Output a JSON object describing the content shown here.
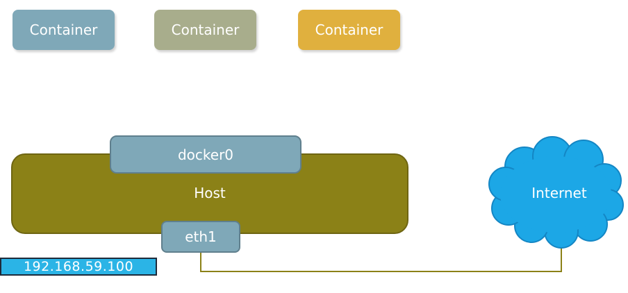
{
  "containers": [
    {
      "label": "Container",
      "color": "#7fa8b8"
    },
    {
      "label": "Container",
      "color": "#a8ad8c"
    },
    {
      "label": "Container",
      "color": "#e0b03e"
    }
  ],
  "host": {
    "label": "Host",
    "color": "#8b8117"
  },
  "bridge": {
    "label": "docker0"
  },
  "interface": {
    "label": "eth1"
  },
  "ip_address": "192.168.59.100",
  "internet": {
    "label": "Internet",
    "color": "#1ca7e6"
  }
}
